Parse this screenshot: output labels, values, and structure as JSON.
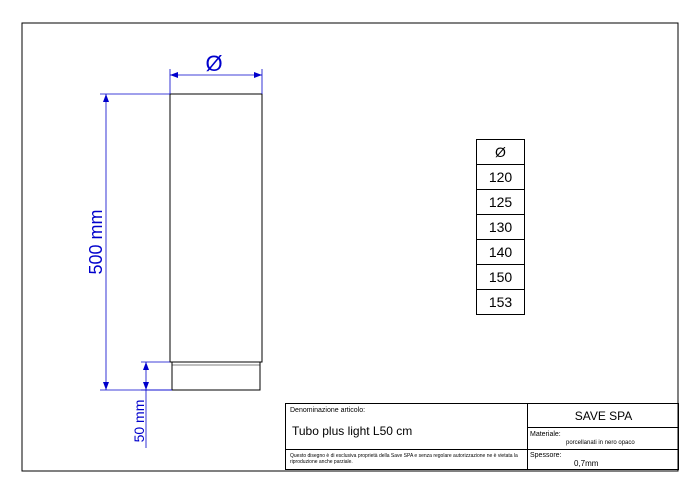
{
  "drawing": {
    "diameter_symbol": "Ø",
    "length_dimension": "500 mm",
    "collar_dimension": "50 mm"
  },
  "diameter_table": {
    "header": "Ø",
    "values": [
      "120",
      "125",
      "130",
      "140",
      "150",
      "153"
    ]
  },
  "title_block": {
    "denomination_label": "Denominazione articolo:",
    "article_name": "Tubo plus light L50 cm",
    "notice": "Questo disegno è di esclusiva proprietà della Save SPA e senza regolare autorizzazione ne è vietata la riproduzione anche parziale.",
    "company": "SAVE SPA",
    "material_label": "Materiale:",
    "material_value": "porcellanati in nero opaco",
    "thickness_label": "Spessore:",
    "thickness_value": "0,7mm"
  }
}
